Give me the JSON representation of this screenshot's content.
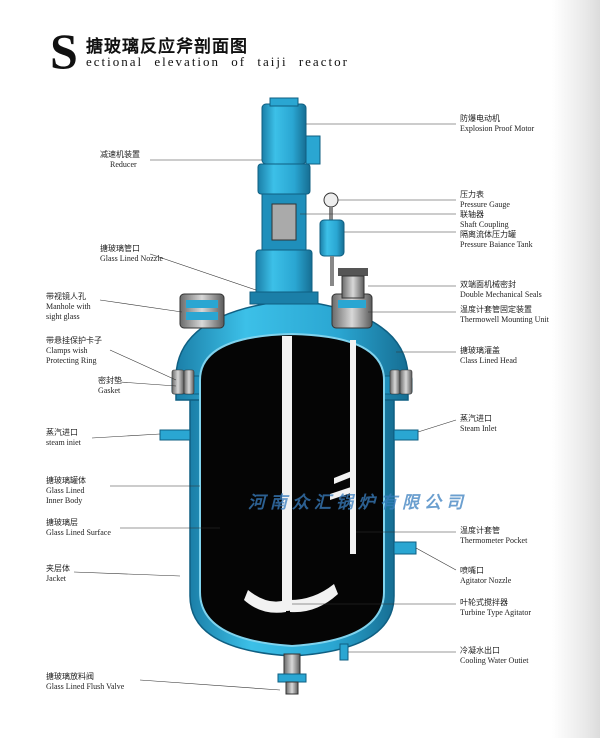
{
  "title": {
    "initial": "S",
    "chinese": "搪玻璃反应斧剖面图",
    "english": "ectional  elevation  of  taiji reactor"
  },
  "watermark": "河南众汇锅炉有限公司",
  "labels_right": [
    {
      "cn": "防爆电动机",
      "en": "Explosion Proof Motor"
    },
    {
      "cn": "压力表",
      "en": "Pressure Gauge"
    },
    {
      "cn": "联轴器",
      "en": "Shaft Coupling"
    },
    {
      "cn": "隔离流体压力罐",
      "en": "Pressure Baiance Tank"
    },
    {
      "cn": "双端面机械密封",
      "en": "Double Mechanical Seals"
    },
    {
      "cn": "温度计套管固定装置",
      "en": "Thermowell Mounting Unit"
    },
    {
      "cn": "搪玻璃灌盖",
      "en": "Class Lined Head"
    },
    {
      "cn": "蒸汽进口",
      "en": "Steam Inlet"
    },
    {
      "cn": "温度计套管",
      "en": "Thermometer Pocket"
    },
    {
      "cn": "喷嘴口",
      "en": "Agitator Nozzle"
    },
    {
      "cn": "叶轮式搅拌器",
      "en": "Turbine Type Agitator"
    },
    {
      "cn": "冷凝水出口",
      "en": "Cooling Water Outiet"
    }
  ],
  "labels_left": [
    {
      "cn": "减速机装置",
      "en": "Reducer"
    },
    {
      "cn": "搪玻璃管口",
      "en": "Glass Lined Nozzle"
    },
    {
      "cn": "带视镜人孔",
      "en": "Manhole with",
      "en2": "sight glass"
    },
    {
      "cn": "带悬挂保护卡子",
      "en": "Clamps wish",
      "en2": "Protecting Ring"
    },
    {
      "cn": "密封垫",
      "en": "Gasket"
    },
    {
      "cn": "蒸汽进口",
      "en": "steam iniet"
    },
    {
      "cn": "搪玻璃罐体",
      "en": "Glass Lined",
      "en2": "Inner Body"
    },
    {
      "cn": "搪玻璃层",
      "en": "Glass Lined Surface"
    },
    {
      "cn": "夹层体",
      "en": "Jacket"
    },
    {
      "cn": "搪玻璃放料阀",
      "en": "Glass Lined Flush Valve"
    }
  ],
  "colors": {
    "vessel_blue": "#2aa6d2",
    "vessel_dark": "#1b7fa8",
    "inner": "#050505",
    "shaft": "#f2f2f2"
  }
}
